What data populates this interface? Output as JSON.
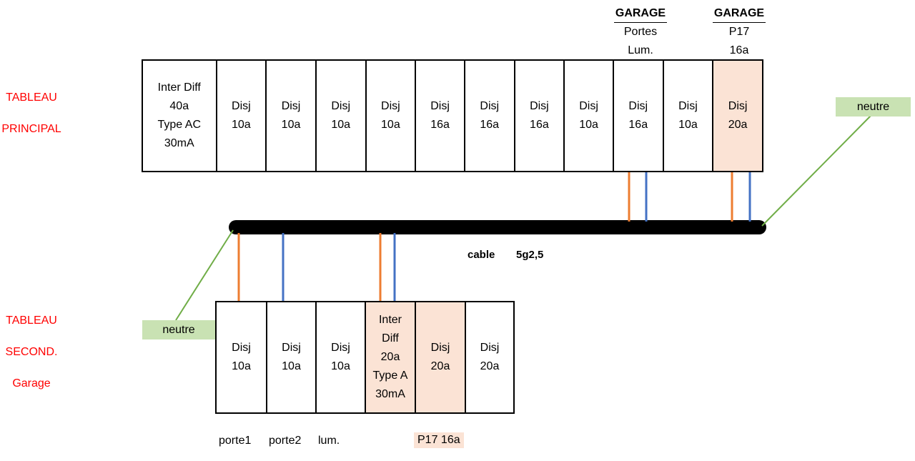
{
  "left_labels": {
    "principal": [
      "TABLEAU",
      "PRINCIPAL"
    ],
    "second": [
      "TABLEAU",
      "SECOND.",
      "Garage"
    ]
  },
  "top_headers": [
    {
      "title": "GARAGE",
      "lines": [
        "Portes",
        "Lum."
      ]
    },
    {
      "title": "GARAGE",
      "lines": [
        "P17",
        "16a"
      ]
    }
  ],
  "panel_principal": [
    {
      "lines": [
        "Inter Diff",
        "40a",
        "Type AC",
        "30mA"
      ],
      "highlight": false
    },
    {
      "lines": [
        "Disj",
        "10a"
      ],
      "highlight": false
    },
    {
      "lines": [
        "Disj",
        "10a"
      ],
      "highlight": false
    },
    {
      "lines": [
        "Disj",
        "10a"
      ],
      "highlight": false
    },
    {
      "lines": [
        "Disj",
        "10a"
      ],
      "highlight": false
    },
    {
      "lines": [
        "Disj",
        "16a"
      ],
      "highlight": false
    },
    {
      "lines": [
        "Disj",
        "16a"
      ],
      "highlight": false
    },
    {
      "lines": [
        "Disj",
        "16a"
      ],
      "highlight": false
    },
    {
      "lines": [
        "Disj",
        "10a"
      ],
      "highlight": false
    },
    {
      "lines": [
        "Disj",
        "16a"
      ],
      "highlight": false
    },
    {
      "lines": [
        "Disj",
        "10a"
      ],
      "highlight": false
    },
    {
      "lines": [
        "Disj",
        "20a"
      ],
      "highlight": true
    }
  ],
  "panel_second": [
    {
      "lines": [
        "Disj",
        "10a"
      ],
      "highlight": false
    },
    {
      "lines": [
        "Disj",
        "10a"
      ],
      "highlight": false
    },
    {
      "lines": [
        "Disj",
        "10a"
      ],
      "highlight": false
    },
    {
      "lines": [
        "Inter",
        "Diff",
        "20a",
        "Type A",
        "30mA"
      ],
      "highlight": true
    },
    {
      "lines": [
        "Disj",
        "20a"
      ],
      "highlight": true
    },
    {
      "lines": [
        "Disj",
        "20a"
      ],
      "highlight": false
    }
  ],
  "neutre_label": "neutre",
  "cable_label": "cable",
  "cable_spec": "5g2,5",
  "bottom_labels": [
    {
      "text": "porte1",
      "highlight": false
    },
    {
      "text": "porte2",
      "highlight": false
    },
    {
      "text": "lum.",
      "highlight": false
    },
    {
      "text": "P17 16a",
      "highlight": true
    }
  ],
  "colors": {
    "label_red": "#ff0000",
    "highlight": "#fbe3d5",
    "neutre_bg": "#c9e2b3",
    "wire_orange": "#ed7d31",
    "wire_blue": "#4472c4",
    "wire_green": "#70ad47",
    "cable": "#000000"
  }
}
